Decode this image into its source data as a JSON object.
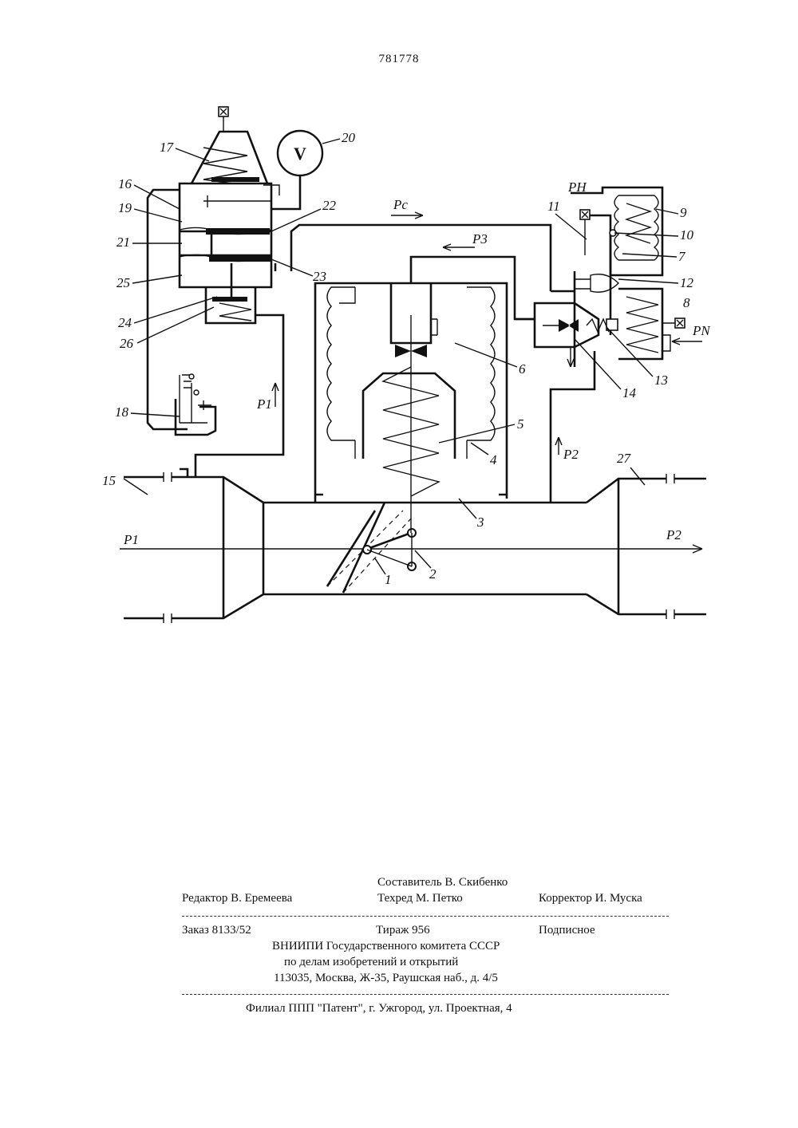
{
  "patent_number": "781778",
  "figure": {
    "labels": [
      "1",
      "2",
      "3",
      "4",
      "5",
      "6",
      "7",
      "8",
      "9",
      "10",
      "11",
      "12",
      "13",
      "14",
      "15",
      "16",
      "17",
      "18",
      "19",
      "20",
      "21",
      "22",
      "23",
      "24",
      "25",
      "26",
      "27"
    ],
    "pressure_labels": {
      "p1_left": "P1",
      "p1_line": "P1",
      "p2_right": "P2",
      "p2_line": "P2",
      "pc": "Pc",
      "p3": "P3",
      "pn_top": "PH",
      "pn_right": "PN"
    },
    "gauge_symbol": "V"
  },
  "imprint": {
    "composer": "Составитель В. Скибенко",
    "editor": "Редактор В. Еремеева",
    "techred": "Техред М. Петко",
    "corrector": "Корректор  И. Муска",
    "order": "Заказ 8133/52",
    "circulation": "Тираж 956",
    "subscription": "Подписное",
    "org_line1": "ВНИИПИ Государственного комитета СССР",
    "org_line2": "по делам изобретений и открытий",
    "address": "113035, Москва, Ж-35, Раушская наб., д. 4/5",
    "branch": "Филиал ППП \"Патент\", г. Ужгород, ул. Проектная, 4"
  }
}
